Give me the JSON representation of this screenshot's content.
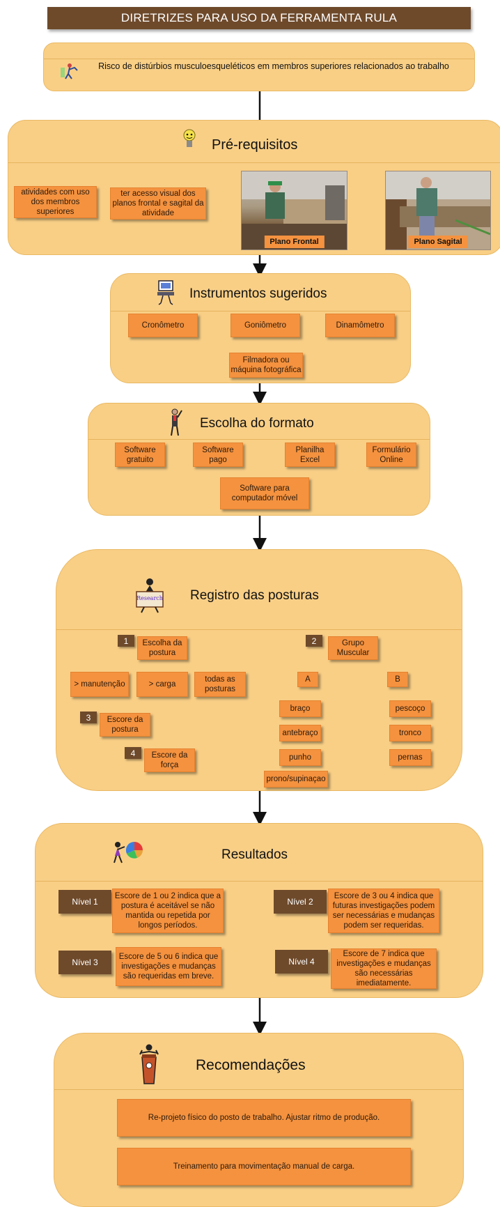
{
  "banner": "DIRETRIZES PARA USO DA FERRAMENTA RULA",
  "risk": {
    "text": "Risco de distúrbios musculoesqueléticos em membros superiores relacionados ao trabalho"
  },
  "prereq": {
    "title": "Pré-requisitos",
    "items": [
      "atividades com uso dos membros superiores",
      "ter acesso visual dos planos frontal e sagital da atividade"
    ],
    "photos": [
      "Plano Frontal",
      "Plano Sagital"
    ]
  },
  "instruments": {
    "title": "Instrumentos sugeridos",
    "items": [
      "Cronômetro",
      "Goniômetro",
      "Dinamômetro",
      "Filmadora ou máquina fotográfica"
    ]
  },
  "format": {
    "title": "Escolha do formato",
    "items": [
      "Software gratuito",
      "Software pago",
      "Planilha Excel",
      "Formulário Online",
      "Software para computador móvel"
    ]
  },
  "postures": {
    "title": "Registro das posturas",
    "research_label": "Research",
    "nums": [
      "1",
      "2",
      "3",
      "4"
    ],
    "choice": "Escolha da postura",
    "choice_items": [
      "> manutenção",
      "> carga",
      "todas as posturas"
    ],
    "score_posture": "Escore da postura",
    "score_force": "Escore da força",
    "group": "Grupo Muscular",
    "group_a": "A",
    "group_b": "B",
    "a_items": [
      "braço",
      "antebraço",
      "punho",
      "prono/supinaçao"
    ],
    "b_items": [
      "pescoço",
      "tronco",
      "pernas"
    ]
  },
  "results": {
    "title": "Resultados",
    "levels": [
      {
        "label": "Nível 1",
        "text": "Escore de 1 ou 2 indica que a postura é aceitável se não mantida ou repetida por longos períodos."
      },
      {
        "label": "Nível 2",
        "text": "Escore de 3 ou 4 indica que futuras investigações podem ser necessárias e mudanças podem ser requeridas."
      },
      {
        "label": "Nível 3",
        "text": "Escore de 5 ou 6 indica que investigações e mudanças são requeridas em breve."
      },
      {
        "label": "Nível 4",
        "text": "Escore de 7 indica que investigações e mudanças são necessárias imediatamente."
      }
    ]
  },
  "recommendations": {
    "title": "Recomendações",
    "items": [
      "Re-projeto físico do posto de trabalho. Ajustar ritmo de produção.",
      "Treinamento para movimentação manual de carga."
    ]
  },
  "colors": {
    "panel": "#f9cf86",
    "box": "#f4923f",
    "dark": "#6e4a2b"
  }
}
